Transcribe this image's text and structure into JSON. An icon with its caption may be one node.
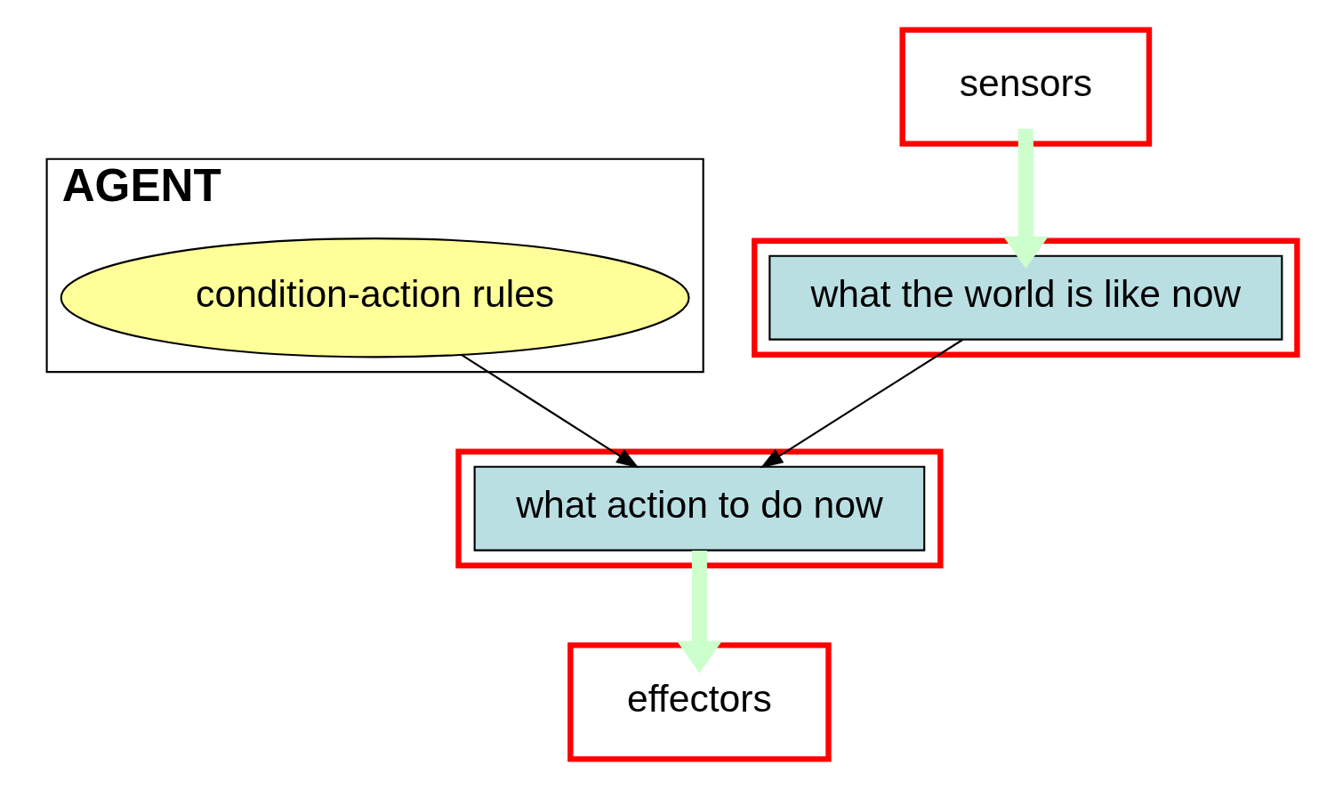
{
  "diagram": {
    "nodes": [
      {
        "text": [
          "AGENT"
        ]
      },
      {
        "text": [],
        "shape": "box"
      },
      {
        "text": [
          "what the world is like now"
        ],
        "in": 1
      },
      {
        "text": [],
        "shape": "box"
      },
      {
        "text": [
          "sensors"
        ],
        "in": 3
      },
      {
        "text": [],
        "shape": "box"
      },
      {
        "text": [
          "what action to do now"
        ],
        "in": 5
      },
      {
        "text": [],
        "shape": "box"
      },
      {
        "text": [
          "effectors"
        ],
        "in": 7
      },
      {
        "text": [
          "condition-action rules"
        ],
        "in": 0
      }
    ],
    "edges": [
      {
        "from": 4,
        "to": 2,
        "arrow": "to",
        "style": "thick",
        "color": "#ccffcc"
      },
      {
        "from": 2,
        "to": 6,
        "arrow": "to",
        "color": "#000000"
      },
      {
        "from": 9,
        "to": 6,
        "arrow": "to",
        "color": "#000000"
      },
      {
        "from": 6,
        "to": 8,
        "arrow": "to",
        "style": "thick",
        "color": "#ccffcc"
      }
    ]
  }
}
